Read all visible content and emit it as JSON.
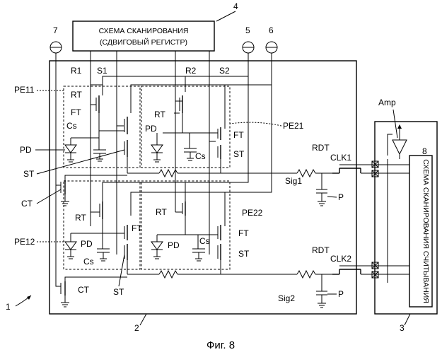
{
  "figure": {
    "caption": "Фиг. 8",
    "ref_numerals": [
      "1",
      "2",
      "3",
      "4",
      "5",
      "6",
      "7",
      "8"
    ]
  },
  "scan_circuit": {
    "line1": "СХЕМА СКАНИРОВАНИЯ",
    "line2": "(СДВИГОВЫЙ РЕГИСТР)"
  },
  "readout_circuit": {
    "label": "СХЕМА СКАНИРОВАНИЯ СЧИТЫВАНИЯ"
  },
  "bus_labels": [
    "R1",
    "S1",
    "R2",
    "S2"
  ],
  "pixel_labels": [
    "PE11",
    "PE21",
    "PE12",
    "PE22"
  ],
  "component_labels": {
    "rt": "RT",
    "ft": "FT",
    "cs": "Cs",
    "pd": "PD",
    "st": "ST",
    "ct": "CT",
    "rdt": "RDT",
    "clk1": "CLK1",
    "clk2": "CLK2",
    "sig1": "Sig1",
    "sig2": "Sig2",
    "p": "P",
    "amp": "Amp"
  }
}
